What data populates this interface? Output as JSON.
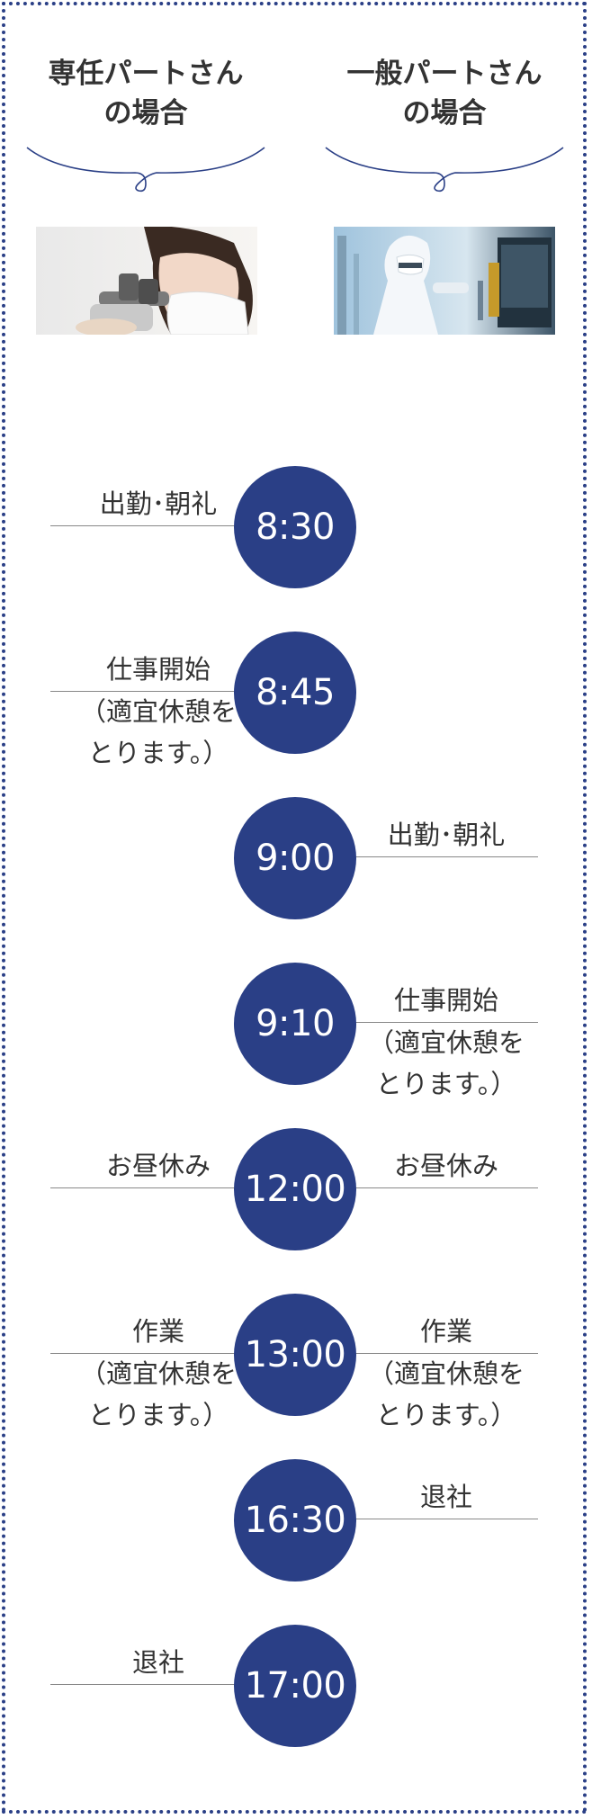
{
  "headers": {
    "left": [
      "専任パートさん",
      "の場合"
    ],
    "right": [
      "一般パートさん",
      "の場合"
    ]
  },
  "photos": {
    "left": "microscope-worker",
    "right": "lab-worker-cleansuit"
  },
  "colors": {
    "accent": "#2a3f86",
    "text": "#333333",
    "rule": "#888888"
  },
  "timeline": [
    {
      "time": "8:30",
      "left": {
        "title": "出勤･朝礼"
      }
    },
    {
      "time": "8:45",
      "left": {
        "title": "仕事開始",
        "note": [
          "（適宜休憩を",
          "とります。）"
        ]
      }
    },
    {
      "time": "9:00",
      "right": {
        "title": "出勤･朝礼"
      }
    },
    {
      "time": "9:10",
      "right": {
        "title": "仕事開始",
        "note": [
          "（適宜休憩を",
          "とります。）"
        ]
      }
    },
    {
      "time": "12:00",
      "left": {
        "title": "お昼休み"
      },
      "right": {
        "title": "お昼休み"
      }
    },
    {
      "time": "13:00",
      "left": {
        "title": "作業",
        "note": [
          "（適宜休憩を",
          "とります。）"
        ]
      },
      "right": {
        "title": "作業",
        "note": [
          "（適宜休憩を",
          "とります。）"
        ]
      }
    },
    {
      "time": "16:30",
      "right": {
        "title": "退社"
      }
    },
    {
      "time": "17:00",
      "left": {
        "title": "退社"
      }
    }
  ]
}
